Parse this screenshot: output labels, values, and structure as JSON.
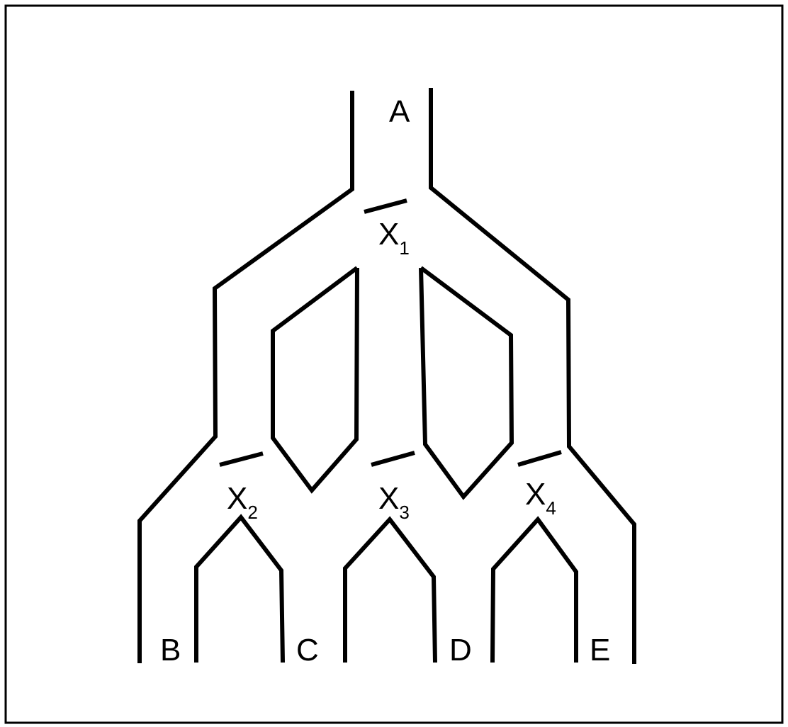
{
  "diagram": {
    "labels": {
      "top": "A",
      "bottom": [
        "B",
        "C",
        "D",
        "E"
      ]
    },
    "gates": [
      {
        "letter": "X",
        "index": "1"
      },
      {
        "letter": "X",
        "index": "2"
      },
      {
        "letter": "X",
        "index": "3"
      },
      {
        "letter": "X",
        "index": "4"
      }
    ]
  }
}
